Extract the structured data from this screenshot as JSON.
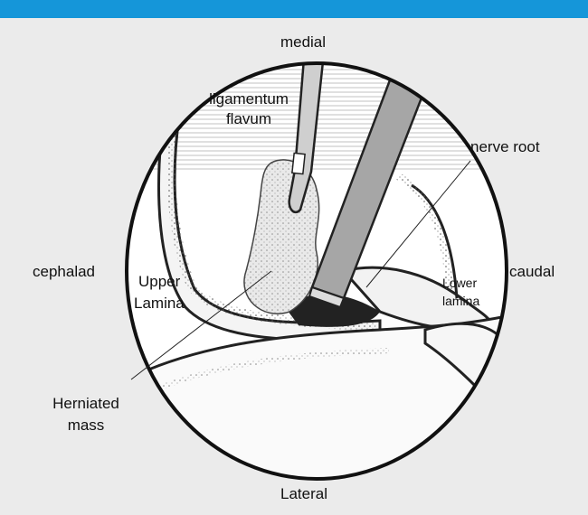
{
  "colors": {
    "top_bar": "#1596d9",
    "background": "#ebebeb",
    "scope_field": "#ffffff",
    "ink": "#111111"
  },
  "labels": {
    "medial": "medial",
    "ligamentum_line1": "ligamentum",
    "ligamentum_line2": "flavum",
    "nerve_root": "nerve root",
    "cephalad": "cephalad",
    "upper_lamina_line1": "Upper",
    "upper_lamina_line2": "Lamina",
    "caudal": "caudal",
    "lower_lamina_line1": "Lower",
    "lower_lamina_line2": "lamina",
    "herniated_line1": "Herniated",
    "herniated_line2": "mass",
    "lateral": "Lateral"
  }
}
